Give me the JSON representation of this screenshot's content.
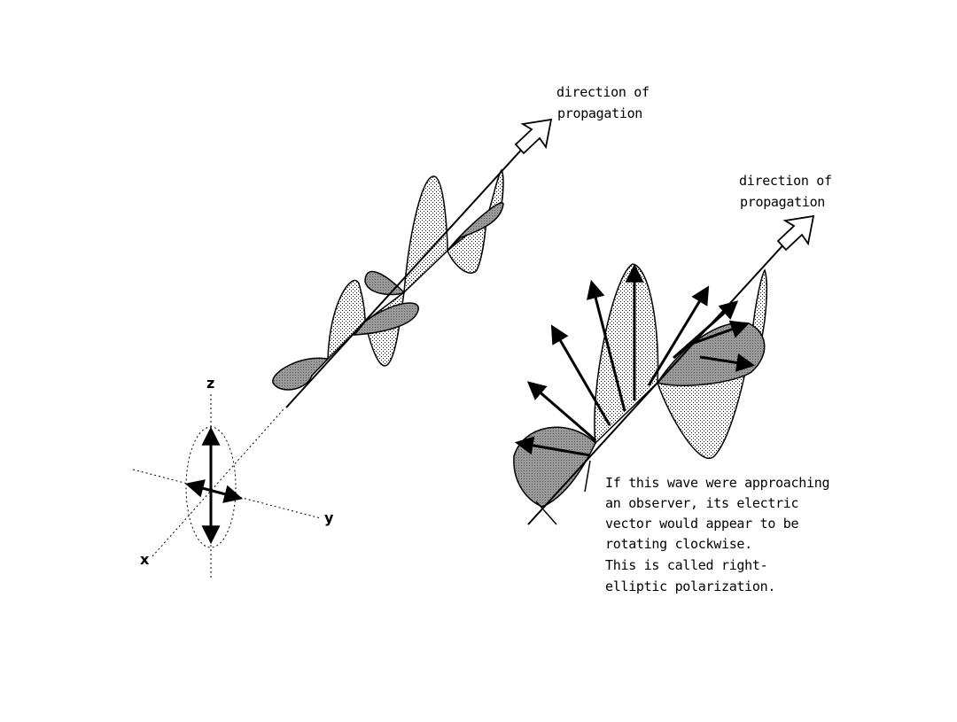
{
  "left_figure": {
    "direction_label": [
      "direction of",
      "propagation"
    ],
    "axis_labels": {
      "x": "x",
      "y": "y",
      "z": "z"
    }
  },
  "right_figure": {
    "direction_label": [
      "direction of",
      "propagation"
    ],
    "caption": [
      "If this wave were approaching",
      "an observer, its electric",
      "vector would appear to be",
      "rotating clockwise.",
      "This is called right-",
      "elliptic polarization."
    ]
  },
  "colors": {
    "light_fill": "#e9e9e9",
    "dark_fill": "#8f8f8f",
    "ink": "#000000"
  }
}
